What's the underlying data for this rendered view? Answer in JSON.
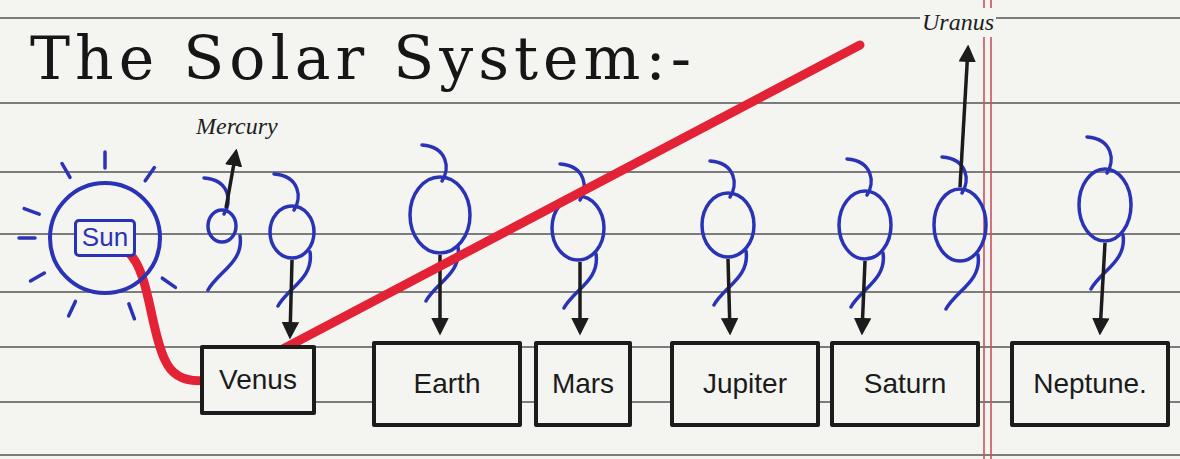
{
  "diagram": {
    "title": "The Solar System:-",
    "nodes": [
      {
        "text": [
          "Sun"
        ]
      },
      {
        "text": [
          "Venus"
        ]
      },
      {
        "text": [
          "Earth"
        ]
      },
      {
        "text": [
          "Mars"
        ]
      },
      {
        "text": [
          "Jupiter"
        ]
      },
      {
        "text": [
          "Saturn"
        ]
      },
      {
        "text": [
          "Neptune."
        ]
      }
    ],
    "labels": [
      "Mercury",
      "Uranus"
    ]
  }
}
